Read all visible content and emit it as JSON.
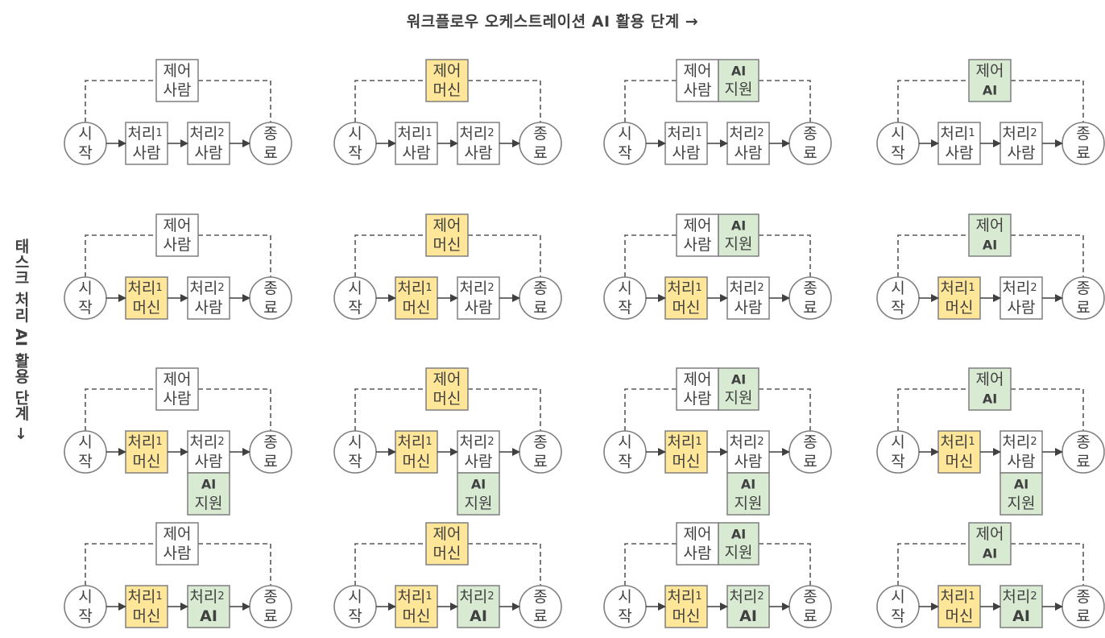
{
  "axis": {
    "column_title": "워크플로우 오케스트레이션 AI 활용 단계 →",
    "row_title": "태스크 처리 AI 활용 단계 →"
  },
  "labels": {
    "start": [
      "시",
      "작"
    ],
    "end": [
      "종",
      "료"
    ],
    "task1_prefix": "처리",
    "task1_num": "1",
    "task2_prefix": "처리",
    "task2_num": "2",
    "human": "사람",
    "machine": "머신",
    "ai": "AI",
    "control": "제어",
    "ai_support": [
      "AI",
      "지원"
    ]
  },
  "colors": {
    "human_fill": "#ffffff",
    "machine_fill": "#ffe699",
    "ai_fill": "#d9ead3",
    "stroke": "#7f7f7f",
    "text": "#404040"
  },
  "columns": [
    {
      "control": "human"
    },
    {
      "control": "machine"
    },
    {
      "control": "human+ai_support"
    },
    {
      "control": "ai"
    }
  ],
  "rows": [
    {
      "task1": "human",
      "task2": "human",
      "task2_ai_support": false
    },
    {
      "task1": "machine",
      "task2": "human",
      "task2_ai_support": false
    },
    {
      "task1": "machine",
      "task2": "human",
      "task2_ai_support": true
    },
    {
      "task1": "machine",
      "task2": "ai",
      "task2_ai_support": false
    }
  ]
}
